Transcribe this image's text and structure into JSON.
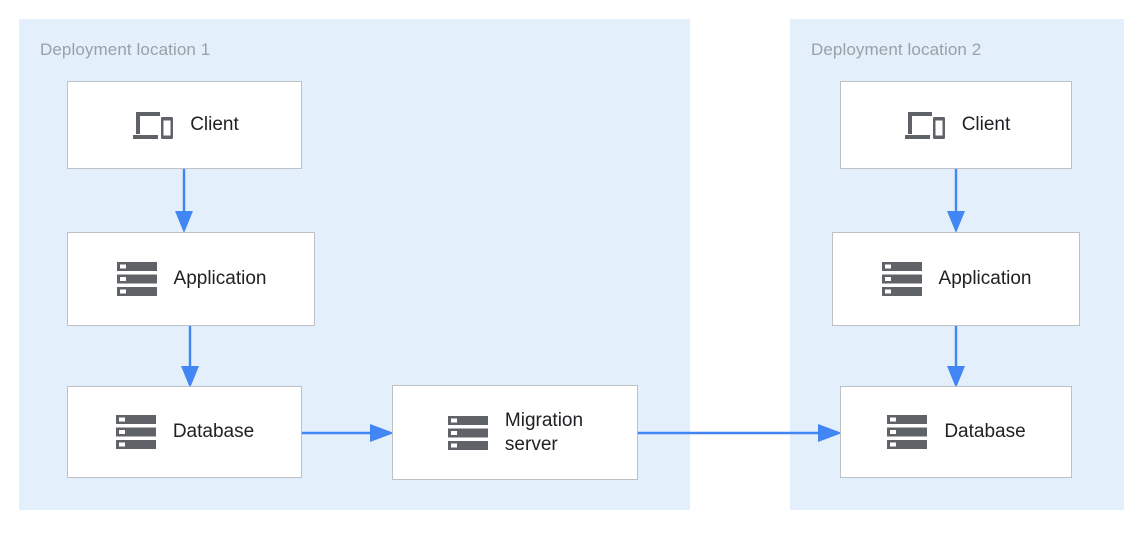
{
  "diagram": {
    "title_not_shown": false,
    "background_color": "#FFFFFF",
    "zone_fill_color": "#E3EFFB",
    "node_fill_color": "#FFFFFF",
    "node_border_color": "#BDC1C6",
    "arrow_color": "#4285F4",
    "icon_color": "#5F6368",
    "label_color": "#202124",
    "zone_title_color": "#9AA0A6"
  },
  "zones": [
    {
      "id": "left",
      "title": "Deployment location 1"
    },
    {
      "id": "right",
      "title": "Deployment location 2"
    }
  ],
  "nodes": [
    {
      "id": "client-1",
      "label": "Client",
      "icon": "devices-icon",
      "zone": "left"
    },
    {
      "id": "app-1",
      "label": "Application",
      "icon": "server-icon",
      "zone": "left"
    },
    {
      "id": "db-1",
      "label": "Database",
      "icon": "server-icon",
      "zone": "left"
    },
    {
      "id": "migration",
      "label": "Migration\nserver",
      "icon": "server-icon",
      "zone": "left"
    },
    {
      "id": "client-2",
      "label": "Client",
      "icon": "devices-icon",
      "zone": "right"
    },
    {
      "id": "app-2",
      "label": "Application",
      "icon": "server-icon",
      "zone": "right"
    },
    {
      "id": "db-2",
      "label": "Database",
      "icon": "server-icon",
      "zone": "right"
    }
  ],
  "connections": [
    {
      "id": "client1-to-app1",
      "from": "client-1",
      "to": "app-1",
      "direction": "down",
      "label": ""
    },
    {
      "id": "app1-to-db1",
      "from": "app-1",
      "to": "db-1",
      "direction": "down",
      "label": ""
    },
    {
      "id": "db1-to-migration",
      "from": "db-1",
      "to": "migration",
      "direction": "right",
      "label": ""
    },
    {
      "id": "migration-to-db2",
      "from": "migration",
      "to": "db-2",
      "direction": "right",
      "label": ""
    },
    {
      "id": "client2-to-app2",
      "from": "client-2",
      "to": "app-2",
      "direction": "down",
      "label": ""
    },
    {
      "id": "app2-to-db2",
      "from": "app-2",
      "to": "db-2",
      "direction": "down",
      "label": ""
    }
  ]
}
